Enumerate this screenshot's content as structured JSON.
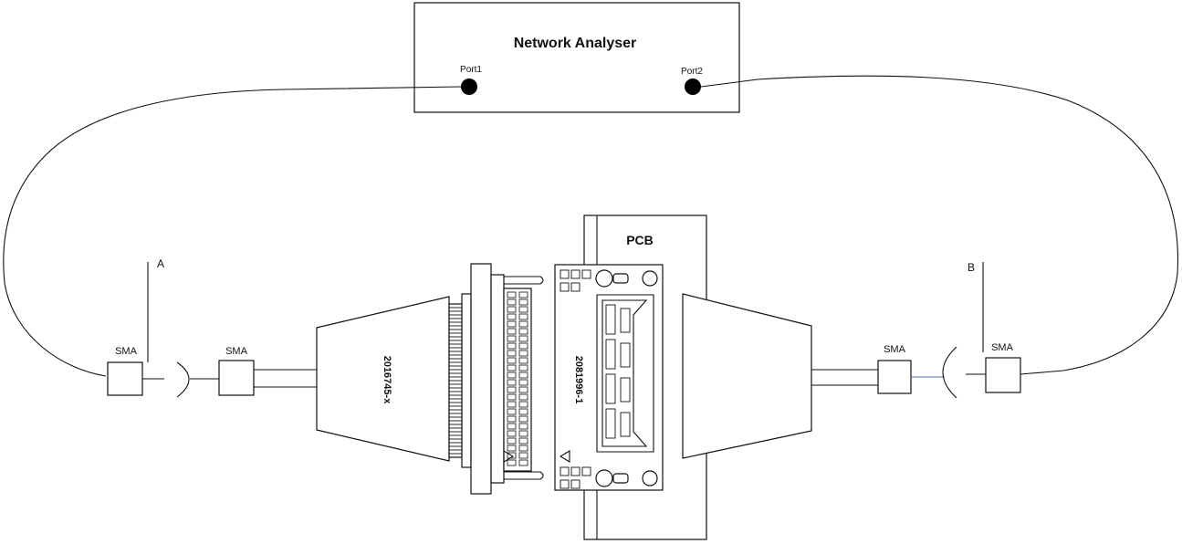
{
  "analyser": {
    "title": "Network Analyser",
    "port1": "Port1",
    "port2": "Port2"
  },
  "pcb": {
    "label": "PCB"
  },
  "cable_connector": {
    "part_number": "2016745-x"
  },
  "board_connector": {
    "part_number": "2081996-1"
  },
  "references": {
    "a": "A",
    "b": "B"
  },
  "sma": {
    "left_outer": "SMA",
    "left_inner": "SMA",
    "right_inner": "SMA",
    "right_outer": "SMA"
  }
}
